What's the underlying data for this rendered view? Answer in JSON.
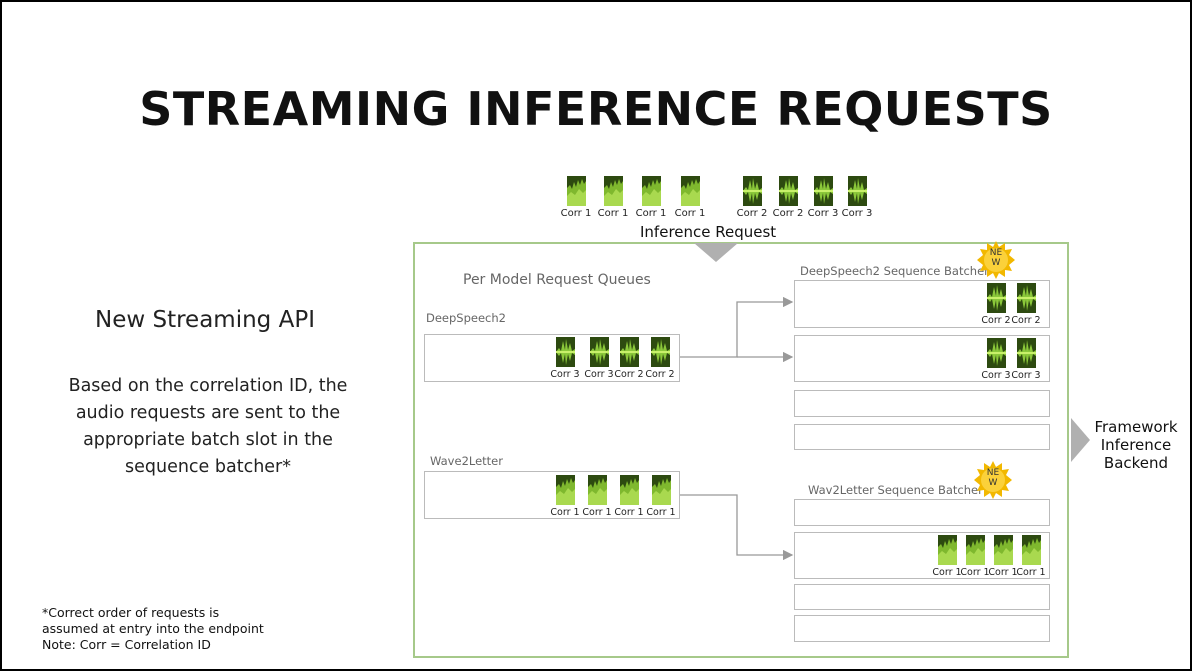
{
  "slide": {
    "title": "STREAMING INFERENCE REQUESTS",
    "subtitle": "New Streaming API",
    "description": "Based on the correlation ID, the audio requests are sent to the appropriate batch slot in the sequence batcher*",
    "notes": [
      "*Correct order of requests is",
      "assumed at entry into the endpoint",
      "Note: Corr = Correlation ID"
    ]
  },
  "top_requests": {
    "label": "Inference Request",
    "items": [
      "Corr 1",
      "Corr 1",
      "Corr 1",
      "Corr 1",
      "Corr 2",
      "Corr 2",
      "Corr 3",
      "Corr 3"
    ]
  },
  "queues": {
    "title": "Per Model Request Queues",
    "deepspeech2": {
      "label": "DeepSpeech2",
      "items": [
        "Corr 3",
        "Corr 3",
        "Corr 2",
        "Corr 2"
      ]
    },
    "wave2letter": {
      "label": "Wave2Letter",
      "items": [
        "Corr 1",
        "Corr 1",
        "Corr 1",
        "Corr 1"
      ]
    }
  },
  "batchers": {
    "deepspeech2": {
      "label": "DeepSpeech2 Sequence Batcher",
      "slot1": [
        "Corr 2",
        "Corr 2"
      ],
      "slot2": [
        "Corr 3",
        "Corr 3"
      ]
    },
    "wav2letter": {
      "label": "Wav2Letter Sequence Batcher",
      "slot2": [
        "Corr 1",
        "Corr 1",
        "Corr 1",
        "Corr 1"
      ]
    }
  },
  "badge": {
    "line1": "NE",
    "line2": "W"
  },
  "backend": {
    "line1": "Framework",
    "line2": "Inference",
    "line3": "Backend"
  }
}
